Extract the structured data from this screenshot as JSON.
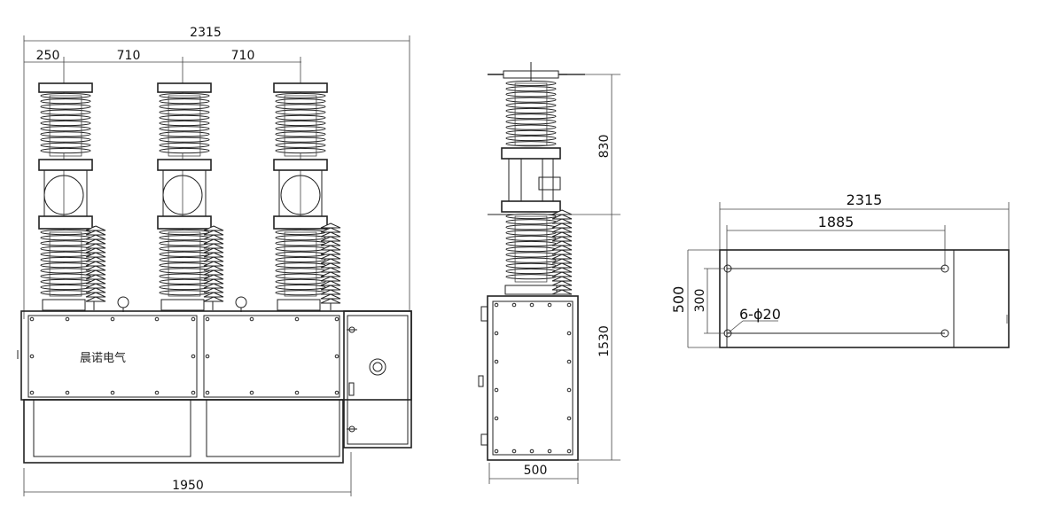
{
  "front_view": {
    "overall_width": "2315",
    "spacing_1": "250",
    "spacing_2": "710",
    "spacing_3": "710",
    "base_width": "1950",
    "brand": "晨诺电气"
  },
  "side_view": {
    "upper_height": "830",
    "lower_height": "1530",
    "depth": "500"
  },
  "plan_view": {
    "overall_width": "2315",
    "hole_spacing": "1885",
    "depth": "500",
    "hole_depth": "300",
    "holes": "6-ϕ20"
  }
}
